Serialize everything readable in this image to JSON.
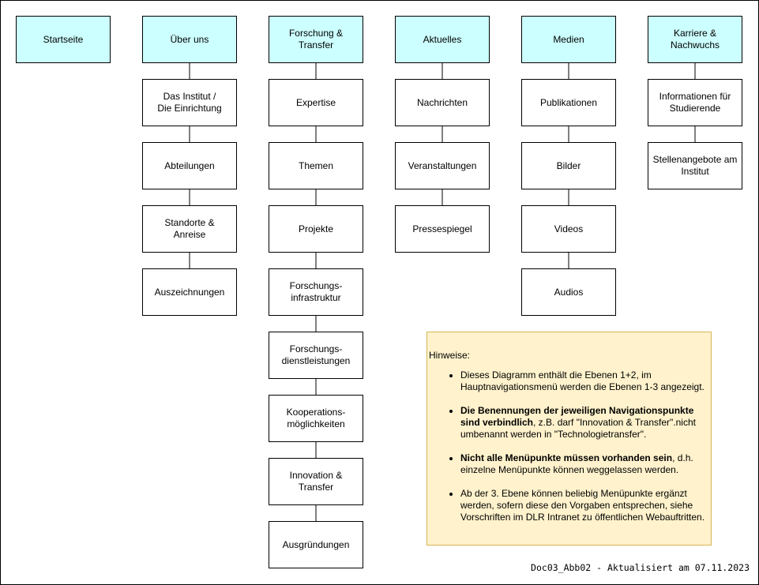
{
  "columns": [
    {
      "title": "Startseite",
      "items": []
    },
    {
      "title": "Über uns",
      "items": [
        "Das Institut /\nDie Einrichtung",
        "Abteilungen",
        "Standorte &\nAnreise",
        "Auszeichnungen"
      ]
    },
    {
      "title": "Forschung &\nTransfer",
      "items": [
        "Expertise",
        "Themen",
        "Projekte",
        "Forschungs-\ninfrastruktur",
        "Forschungs-\ndienstleistungen",
        "Kooperations-\nmöglichkeiten",
        "Innovation & Transfer",
        "Ausgründungen"
      ]
    },
    {
      "title": "Aktuelles",
      "items": [
        "Nachrichten",
        "Veranstaltungen",
        "Pressespiegel"
      ]
    },
    {
      "title": "Medien",
      "items": [
        "Publikationen",
        "Bilder",
        "Videos",
        "Audios"
      ]
    },
    {
      "title": "Karriere &\nNachwuchs",
      "items": [
        "Informationen für\nStudierende",
        "Stellenangebote am\nInstitut"
      ]
    }
  ],
  "colors": {
    "header_fill": "#ccffff",
    "note_fill": "#fff2cc",
    "note_border": "#d6b656"
  },
  "notes": {
    "title": "Hinweise:",
    "bullets": [
      {
        "bold": "",
        "text": "Dieses Diagramm enthält die Ebenen 1+2, im Hauptnavigationsmenü werden die Ebenen 1-3 angezeigt."
      },
      {
        "bold": "Die Benennungen der jeweiligen Navigationspunkte sind verbindlich",
        "text": ", z.B. darf \"Innovation & Transfer\".nicht umbenannt werden in \"Technologietransfer\"."
      },
      {
        "bold": "Nicht alle Menüpunkte müssen vorhanden sein",
        "text": ", d.h. einzelne Menüpunkte können weggelassen werden."
      },
      {
        "bold": "",
        "text": "Ab der 3. Ebene können beliebig Menüpunkte ergänzt werden, sofern diese den Vorgaben entsprechen, siehe Vorschriften im DLR Intranet zu öffentlichen Webauftritten."
      }
    ]
  },
  "footer": "Doc03_Abb02 - Aktualisiert am 07.11.2023"
}
